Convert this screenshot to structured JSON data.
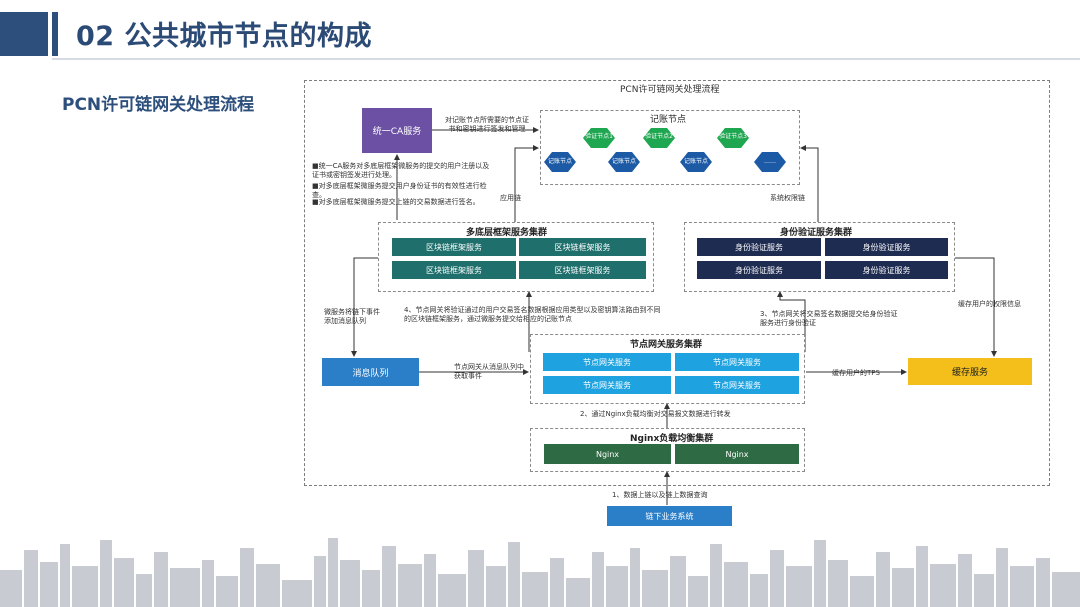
{
  "header": {
    "title": "02 公共城市节点的构成",
    "subtitle": "PCN许可链网关处理流程"
  },
  "diagram": {
    "frame_title": "PCN许可链网关处理流程",
    "ca_service": "统一CA服务",
    "ca_note": "对记账节点所需要的节点证书和密钥进行签发和管理",
    "ca_bullets": [
      "■统一CA服务对多底层框架微服务的提交的用户注册以及证书或密钥签发进行处理。",
      "■对多底层框架微服务提交用户身份证书的有效性进行检查。",
      "■对多底层框架微服务提交上链的交易数据进行签名。"
    ],
    "ledger": {
      "title": "记账节点",
      "nodes_top": [
        "验证节点1",
        "验证节点2",
        "验证节点3"
      ],
      "nodes_bottom": [
        "记账节点",
        "记账节点",
        "记账节点",
        "……"
      ]
    },
    "app_chain": "应用链",
    "system_chain": "系统权限链",
    "multi_framework": {
      "title": "多底层框架服务集群",
      "cells": [
        "区块链框架服务",
        "区块链框架服务",
        "区块链框架服务",
        "区块链框架服务"
      ]
    },
    "identity": {
      "title": "身份验证服务集群",
      "cells": [
        "身份验证服务",
        "身份验证服务",
        "身份验证服务",
        "身份验证服务"
      ]
    },
    "gateway": {
      "title": "节点网关服务集群",
      "cells": [
        "节点网关服务",
        "节点网关服务",
        "节点网关服务",
        "节点网关服务"
      ]
    },
    "nginx": {
      "title": "Nginx负载均衡集群",
      "cells": [
        "Nginx",
        "Nginx"
      ]
    },
    "message_queue": "消息队列",
    "cache_service": "缓存服务",
    "offchain": "链下业务系统",
    "labels": {
      "mq_left": "微服务将链下事件添加消息队列",
      "mq_right": "节点网关从消息队列中获取事件",
      "step4": "4、节点网关将验证通过的用户交易签名数据根据应用类型以及密钥算法路由到不同的区块链框架服务，通过微服务提交给相应的记账节点",
      "step3": "3、节点网关将交易签名数据提交给身份验证服务进行身份验证",
      "cache_perm": "缓存用户的权限信息",
      "cache_tps": "缓存用户的TPS",
      "step2": "2、通过Nginx负载均衡对交易报文数据进行转发",
      "step1": "1、数据上链以及链上数据查询"
    }
  },
  "colors": {
    "header_blue": "#2d4f7c",
    "teal": "#1f6f6d",
    "navy": "#1f2c52",
    "sky": "#1ea3e0",
    "green": "#2e6a43",
    "purple": "#6b50a3",
    "yellow": "#f4bf1a",
    "hex_green": "#1fa651",
    "hex_blue": "#1c5aa6"
  }
}
